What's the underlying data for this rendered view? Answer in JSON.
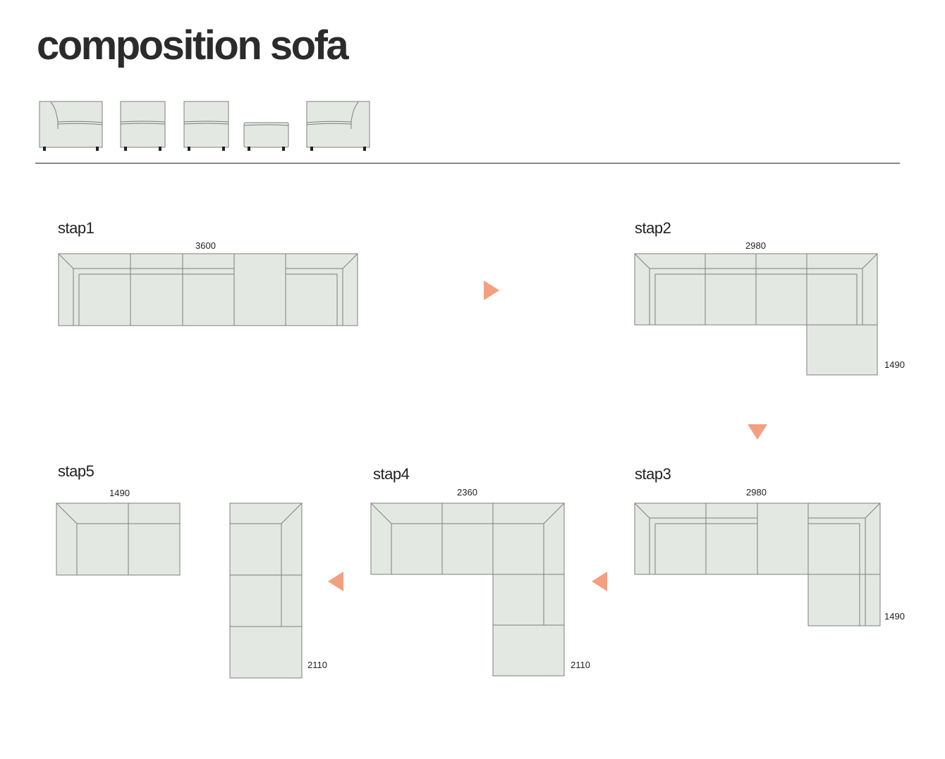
{
  "title": "composition sofa",
  "modules": [
    {
      "name": "corner-left-module"
    },
    {
      "name": "seat-module"
    },
    {
      "name": "seat-module"
    },
    {
      "name": "ottoman-module"
    },
    {
      "name": "corner-right-module"
    }
  ],
  "steps": {
    "stap1": {
      "label": "stap1",
      "width": "3600"
    },
    "stap2": {
      "label": "stap2",
      "width": "2980",
      "depth": "1490"
    },
    "stap3": {
      "label": "stap3",
      "width": "2980",
      "depth": "1490"
    },
    "stap4": {
      "label": "stap4",
      "width": "2360",
      "depth": "2110"
    },
    "stap5": {
      "label": "stap5",
      "width": "1490",
      "depth": "2110"
    }
  },
  "colors": {
    "fill": "#e3e8e3",
    "stroke": "#7d807d",
    "arrow": "#f2a07f",
    "text": "#222222"
  },
  "icons": [
    "arrow-right-icon",
    "arrow-down-icon",
    "arrow-left-icon",
    "arrow-left-icon"
  ]
}
